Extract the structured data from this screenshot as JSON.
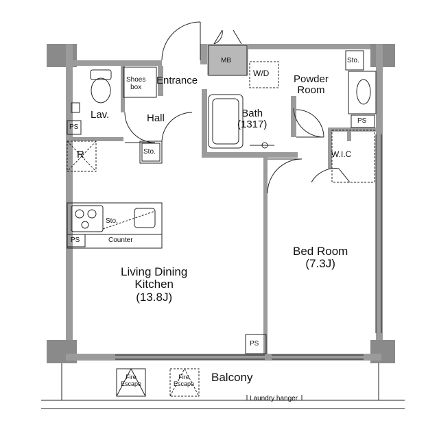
{
  "rooms": {
    "entrance": "Entrance",
    "shoes_box": [
      "Shoes",
      "box"
    ],
    "hall": "Hall",
    "lav": "Lav.",
    "mb": "MB",
    "wd": "W/D",
    "powder_room": [
      "Powder",
      "Room"
    ],
    "bath": [
      "Bath",
      "(1317)"
    ],
    "wic": "W.I.C",
    "refrigerator": "R",
    "living_dining_kitchen": [
      "Living Dining",
      "Kitchen",
      "(13.8J)"
    ],
    "bed_room": [
      "Bed Room",
      "(7.3J)"
    ],
    "balcony": "Balcony"
  },
  "labels": {
    "storage": "Sto.",
    "pipe_space": "PS",
    "counter": "Counter",
    "fire_escape": [
      "Fire",
      "Escape"
    ],
    "laundry_hanger": "Laundry hanger"
  },
  "colors": {
    "wall": "#9b9b9b",
    "wall_dark": "#7d7d7d",
    "line": "#222222",
    "background": "#ffffff"
  }
}
